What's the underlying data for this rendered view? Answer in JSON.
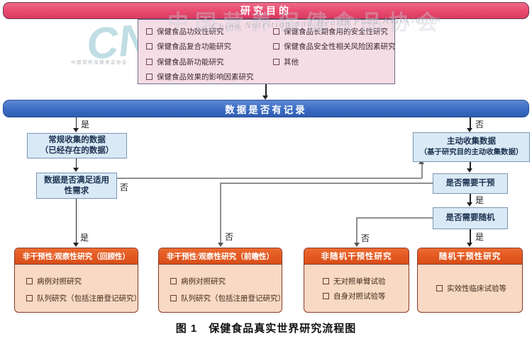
{
  "watermark": {
    "logo": "CN",
    "cn_text": "中国营养保健食品协会",
    "en_text": "China Nutrition and Health Food Association"
  },
  "purpose": {
    "title": "研究目的",
    "items_left": [
      "保健食品功效性研究",
      "保健食品复合功能研究",
      "保健食品新功能研究",
      "保健食品效果的影响因素研究"
    ],
    "items_right": [
      "保健食品长期食用的安全性研究",
      "保健食品安全性相关风险因素研究",
      "其他"
    ]
  },
  "flow": {
    "record_question": "数据是否有记录",
    "routine_box": {
      "line1": "常规收集的数据",
      "line2": "（已经存在的数据）"
    },
    "fit_box": {
      "line1": "数据是否满足适用",
      "line2": "性需求"
    },
    "active_box": {
      "line1": "主动收集数据",
      "line2": "（基于研究目的主动收集数据）"
    },
    "intervention_question": "是否需要干预",
    "random_question": "是否需要随机"
  },
  "labels": {
    "yes": "是",
    "no": "否"
  },
  "outcomes": [
    {
      "title": "非干预性/观察性研究（回顾性）",
      "items": [
        "病例对照研究",
        "队列研究（包括注册登记研究）等"
      ]
    },
    {
      "title": "非干预性/观察性研究（前瞻性）",
      "items": [
        "病例对照研究",
        "队列研究（包括注册登记研究）等"
      ]
    },
    {
      "title": "非随机干预性研究",
      "items": [
        "无对照单臂试验",
        "自身对照试验等"
      ]
    },
    {
      "title": "随机干预性研究",
      "items": [
        "实效性临床试验等"
      ]
    }
  ],
  "caption": "图 1　保健食品真实世界研究流程图",
  "colors": {
    "pink_header": "#e8496e",
    "pink_body": "#f5dde5",
    "blue_bar": "#3b6cc4",
    "decision_box": "#d9eaf6",
    "orange_header": "#e2571f",
    "orange_body": "#f8d9c3"
  }
}
